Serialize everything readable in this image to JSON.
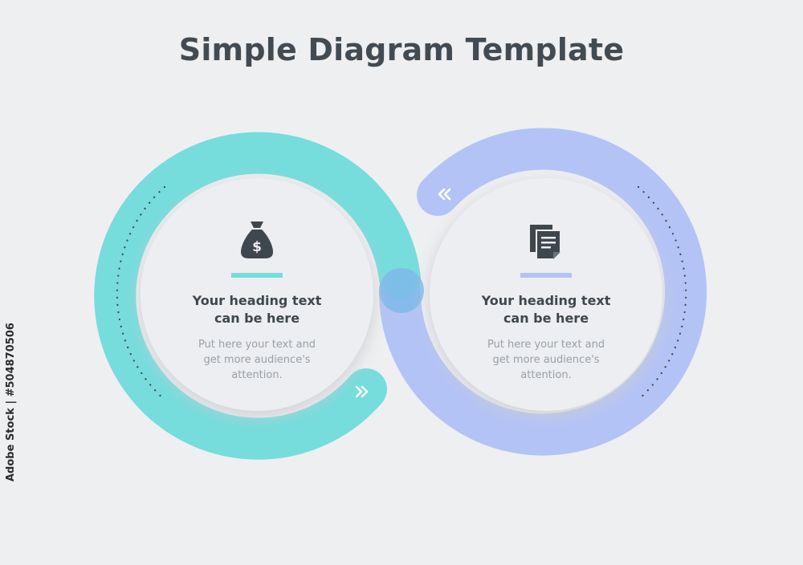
{
  "title": "Simple Diagram Template",
  "colors": {
    "left_accent": "#76dcdc",
    "right_accent": "#b3c3f6",
    "overlap": "#7fb9ea",
    "background": "#eeeff1"
  },
  "items": [
    {
      "icon": "money-bag-icon",
      "heading": "Your heading text\ncan be here",
      "body": "Put here your text and\nget more audience's\nattention."
    },
    {
      "icon": "documents-icon",
      "heading": "Your heading text\ncan be here",
      "body": "Put here your text and\nget more audience's\nattention."
    }
  ],
  "side_label": "Adobe Stock | #504870506"
}
